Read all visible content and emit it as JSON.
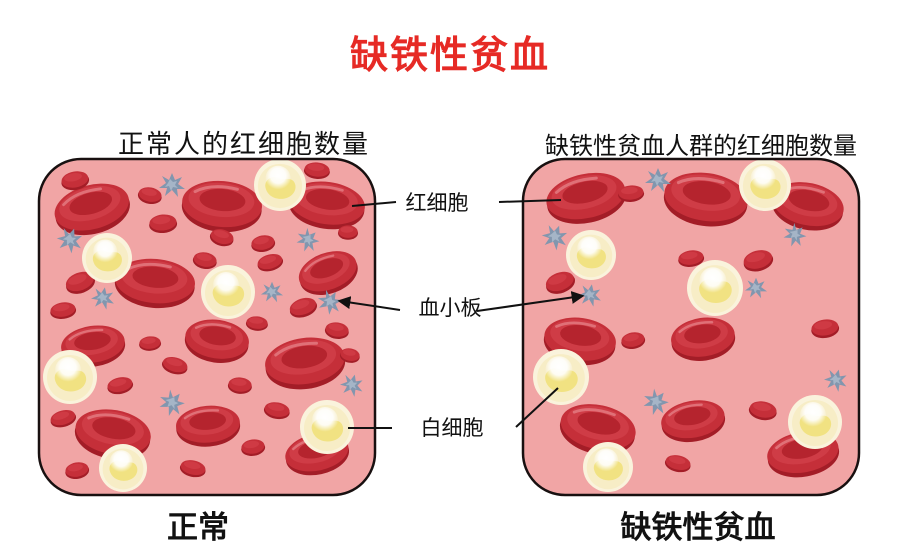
{
  "title": {
    "text": "缺铁性贫血"
  },
  "legend": {
    "rbc_label": "红细胞",
    "platelet_label": "血小板",
    "wbc_label": "白细胞"
  },
  "panels": {
    "left": {
      "header": "正常人的红细胞数量",
      "caption": "正常",
      "cells": {
        "rbc_large": [
          [
            55,
            51,
            38,
            24,
            -15
          ],
          [
            185,
            48,
            40,
            25,
            5
          ],
          [
            290,
            47,
            38,
            23,
            8
          ],
          [
            118,
            125,
            40,
            24,
            5
          ],
          [
            291,
            115,
            30,
            20,
            -20
          ],
          [
            56,
            188,
            32,
            20,
            -8
          ],
          [
            180,
            183,
            32,
            21,
            8
          ],
          [
            268,
            205,
            40,
            25,
            -8
          ],
          [
            76,
            276,
            38,
            24,
            10
          ],
          [
            171,
            268,
            32,
            20,
            -5
          ],
          [
            280,
            296,
            32,
            20,
            -12
          ]
        ],
        "rbc_small": [
          [
            38,
            23,
            14,
            9,
            -10
          ],
          [
            113,
            38,
            12,
            8,
            10
          ],
          [
            126,
            66,
            14,
            9,
            -5
          ],
          [
            185,
            80,
            12,
            8,
            15
          ],
          [
            226,
            86,
            12,
            8,
            -10
          ],
          [
            280,
            13,
            13,
            8,
            5
          ],
          [
            311,
            75,
            10,
            7,
            0
          ],
          [
            43,
            125,
            15,
            10,
            -20
          ],
          [
            168,
            103,
            12,
            8,
            10
          ],
          [
            233,
            105,
            13,
            8,
            -15
          ],
          [
            26,
            153,
            13,
            8,
            -8
          ],
          [
            266,
            150,
            14,
            9,
            -18
          ],
          [
            220,
            166,
            11,
            7,
            5
          ],
          [
            300,
            173,
            12,
            8,
            8
          ],
          [
            113,
            186,
            11,
            7,
            -5
          ],
          [
            138,
            208,
            13,
            8,
            15
          ],
          [
            83,
            228,
            13,
            8,
            -12
          ],
          [
            203,
            228,
            12,
            8,
            5
          ],
          [
            313,
            198,
            10,
            7,
            10
          ],
          [
            26,
            261,
            13,
            8,
            -15
          ],
          [
            240,
            253,
            13,
            8,
            10
          ],
          [
            216,
            290,
            12,
            8,
            -8
          ],
          [
            40,
            313,
            12,
            8,
            -10
          ],
          [
            156,
            311,
            13,
            8,
            12
          ]
        ],
        "wbc": [
          [
            243,
            28,
            26
          ],
          [
            70,
            101,
            25
          ],
          [
            191,
            135,
            27
          ],
          [
            33,
            220,
            27
          ],
          [
            290,
            270,
            27
          ],
          [
            86,
            311,
            24
          ]
        ],
        "platelets": [
          [
            135,
            28,
            1,
            0
          ],
          [
            33,
            83,
            1,
            20
          ],
          [
            271,
            83,
            0.9,
            45
          ],
          [
            66,
            141,
            0.9,
            10
          ],
          [
            235,
            135,
            0.85,
            0
          ],
          [
            293,
            145,
            0.95,
            30
          ],
          [
            315,
            228,
            0.9,
            15
          ],
          [
            135,
            246,
            1,
            40
          ]
        ]
      }
    },
    "right": {
      "header": "缺铁性贫血人群的红细胞数量",
      "caption": "缺铁性贫血",
      "cells": {
        "rbc_large": [
          [
            65,
            40,
            40,
            24,
            -12
          ],
          [
            185,
            41,
            42,
            26,
            8
          ],
          [
            287,
            48,
            36,
            23,
            12
          ],
          [
            59,
            183,
            36,
            23,
            8
          ],
          [
            182,
            181,
            32,
            21,
            -8
          ],
          [
            77,
            271,
            38,
            24,
            12
          ],
          [
            172,
            263,
            32,
            20,
            -10
          ],
          [
            282,
            296,
            36,
            22,
            -10
          ]
        ],
        "rbc_small": [
          [
            110,
            36,
            13,
            8,
            -5
          ],
          [
            170,
            101,
            13,
            8,
            -8
          ],
          [
            237,
            103,
            15,
            10,
            -15
          ],
          [
            39,
            125,
            15,
            10,
            -20
          ],
          [
            112,
            183,
            12,
            8,
            -10
          ],
          [
            304,
            171,
            14,
            9,
            -8
          ],
          [
            242,
            253,
            14,
            9,
            10
          ],
          [
            157,
            306,
            13,
            8,
            12
          ]
        ],
        "wbc": [
          [
            244,
            28,
            26
          ],
          [
            70,
            98,
            25
          ],
          [
            194,
            131,
            28
          ],
          [
            40,
            220,
            28
          ],
          [
            294,
            265,
            27
          ],
          [
            87,
            310,
            25
          ]
        ],
        "platelets": [
          [
            137,
            23,
            1,
            0
          ],
          [
            34,
            80,
            1,
            20
          ],
          [
            274,
            78,
            0.9,
            45
          ],
          [
            69,
            138,
            0.9,
            10
          ],
          [
            235,
            131,
            0.85,
            0
          ],
          [
            315,
            223,
            0.9,
            15
          ],
          [
            135,
            245,
            1,
            40
          ]
        ]
      }
    }
  },
  "colors": {
    "title_red": "#e62a25",
    "panel_pink": "#f1a5a5",
    "panel_border": "#181010",
    "rbc_main": "#c52f39",
    "rbc_dark": "#a31d27",
    "rbc_top": "#cf3c46",
    "rbc_dimple": "#b5242e",
    "rbc_shine": "#ef9aa0",
    "wbc_outer": "#faf3dc",
    "wbc_mid": "#f7edc6",
    "wbc_yolk": "#f1e282",
    "platelet": "#8296ae",
    "platelet_light": "#b3c2d2",
    "line": "#111111",
    "text": "#111111"
  }
}
